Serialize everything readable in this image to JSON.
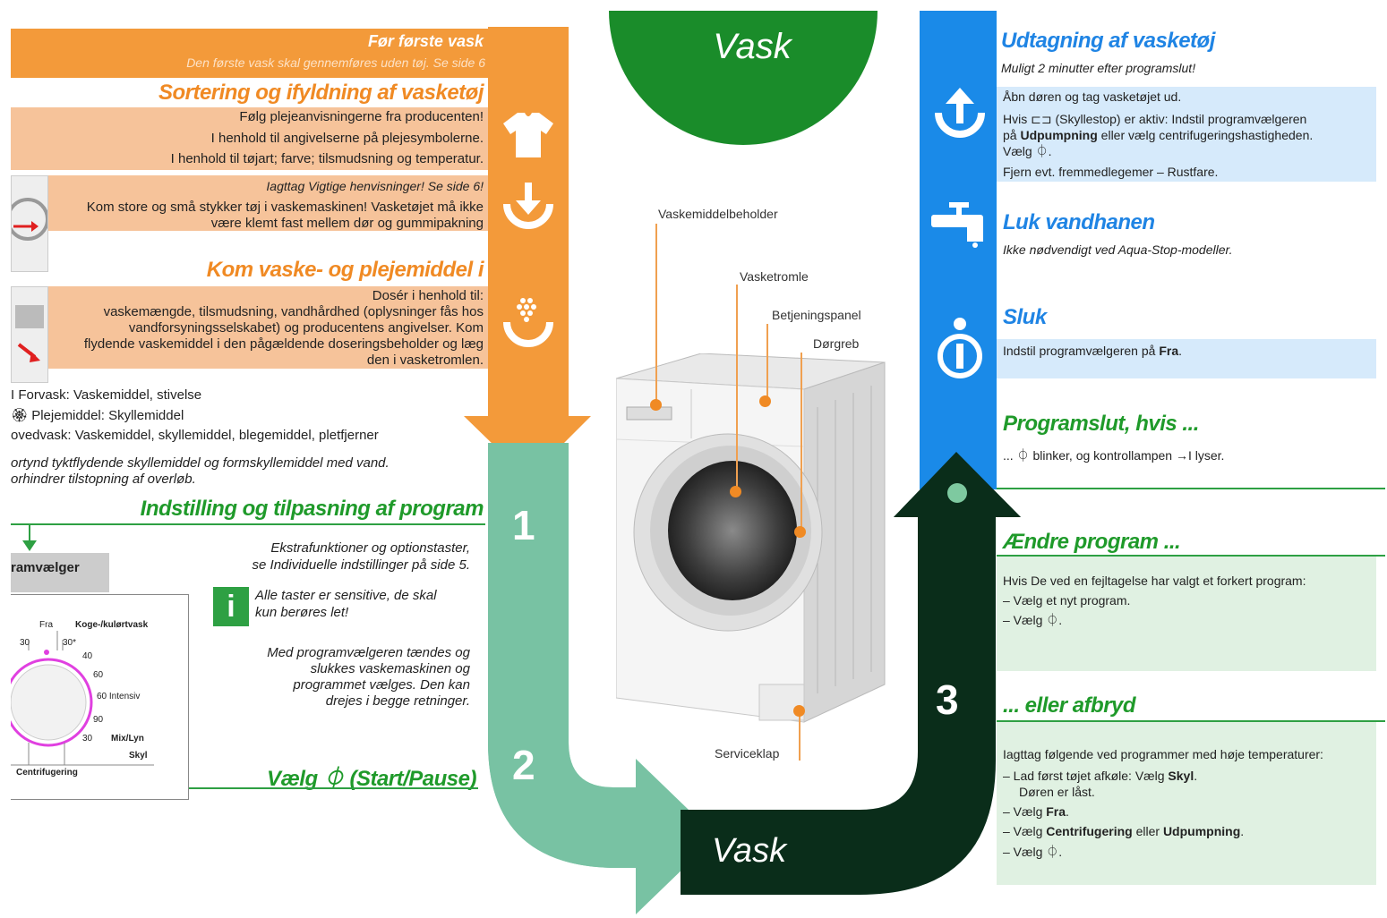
{
  "top_circle": {
    "label": "Vask"
  },
  "bottom_flow": {
    "label": "Vask"
  },
  "steps": {
    "one": "1",
    "two": "2",
    "three": "3"
  },
  "left": {
    "first_wash": {
      "title": "Før første vask",
      "note": "Den første vask skal gennemføres uden tøj. Se side 6"
    },
    "sorting": {
      "title": "Sortering og ifyldning af vasketøj",
      "lines": [
        "Følg plejeanvisningerne fra producenten!",
        "I henhold til angivelserne på plejesymbolerne.",
        "I henhold til tøjart; farve; tilsmudsning og temperatur."
      ],
      "note_italic": "Iagttag Vigtige henvisninger! Se side 6!",
      "note_lines": [
        "Kom store og små stykker tøj i vaskemaskinen! Vasketøjet må ikke",
        "være klemt fast mellem dør og gummipakning"
      ]
    },
    "detergent": {
      "title": "Kom vaske- og plejemiddel i",
      "lines": [
        "Dosér i henhold til:",
        "vaskemængde, tilsmudsning, vandhårdhed (oplysninger fås hos",
        "vandforsyningsselskabet) og producentens angivelser. Kom",
        "flydende vaskemiddel i den pågældende doseringsbeholder og læg",
        "den i vasketromlen."
      ],
      "compartments": [
        "I Forvask: Vaskemiddel, stivelse",
        "🏵 Plejemiddel: Skyllemiddel",
        "ovedvask: Vaskemiddel, skyllemiddel, blegemiddel, pletfjerner"
      ],
      "italic_lines": [
        "ortynd tyktflydende skyllemiddel og formskyllemiddel med vand.",
        "orhindrer tilstopning af overløb."
      ]
    },
    "program": {
      "title": "Indstilling og tilpasning af program",
      "selector_label": "ramvælger",
      "extra_lines": [
        "Ekstrafunktioner og optionstaster,",
        "se Individuelle indstillinger på side 5."
      ],
      "info_lines": [
        "Alle taster er sensitive, de skal",
        "kun berøres let!"
      ],
      "info_icon": "i",
      "dial_lines": [
        "Med programvælgeren tændes og",
        "slukkes vaskemaskinen og",
        "programmet vælges. Den kan",
        "drejes i begge retninger."
      ],
      "start_pause": "Vælg ⏀ (Start/Pause)"
    },
    "dial": {
      "fra": "Fra",
      "koge": "Koge-/kulørtvask",
      "n30a": "30",
      "n30b": "30*",
      "n40": "40",
      "n60": "60",
      "n60i": "60 Intensiv",
      "n90": "90",
      "n30c": "30",
      "mix": "Mix/Lyn",
      "skyl": "Skyl",
      "centr": "Centrifugering"
    }
  },
  "machine_labels": {
    "vaskemiddel": "Vaskemiddelbeholder",
    "tromle": "Vasketromle",
    "panel": "Betjeningspanel",
    "greb": "Dørgreb",
    "service": "Serviceklap"
  },
  "right": {
    "unload": {
      "title": "Udtagning af vasketøj",
      "subtitle": "Muligt 2 minutter efter programslut!",
      "l1": "Åbn døren og tag vasketøjet ud.",
      "l2a": "Hvis ⊏⊐ (Skyllestop) er aktiv: Indstil programvælgeren",
      "l2b_pre": "på ",
      "l2b_bold": "Udpumpning",
      "l2b_post": " eller vælg centrifugeringshastigheden.",
      "l2c": "Vælg ⏀.",
      "l3": "Fjern evt. fremmedlegemer – Rustfare."
    },
    "tap": {
      "title": "Luk vandhanen",
      "subtitle": "Ikke nødvendigt ved Aqua-Stop-modeller."
    },
    "off": {
      "title": "Sluk",
      "l1_pre": "Indstil programvælgeren på ",
      "l1_bold": "Fra",
      "l1_post": "."
    },
    "end": {
      "title": "Programslut, hvis ...",
      "l1": "... ⏀ blinker, og kontrollampen →I lyser."
    },
    "change": {
      "title": "Ændre program ...",
      "l1": "Hvis De ved en fejltagelse har valgt et forkert program:",
      "l2": "– Vælg et nyt program.",
      "l3": "– Vælg ⏀."
    },
    "cancel": {
      "title": "... eller afbryd",
      "l1": "Iagttag følgende ved programmer med høje temperaturer:",
      "l2_pre": "– Lad først tøjet afkøle: Vælg ",
      "l2_bold": "Skyl",
      "l2_post": ".",
      "l2b": "Døren er låst.",
      "l3_pre": "– Vælg ",
      "l3_bold": "Fra",
      "l3_post": ".",
      "l4_pre": "– Vælg ",
      "l4_bold1": "Centrifugering",
      "l4_mid": " eller ",
      "l4_bold2": "Udpumpning",
      "l4_post": ".",
      "l5": "– Vælg ⏀."
    }
  },
  "colors": {
    "orange": "#f39a3a",
    "teal": "#78c2a3",
    "dark_green": "#0a2d1a",
    "blue": "#1a8ae8",
    "green": "#1f9a2a"
  }
}
